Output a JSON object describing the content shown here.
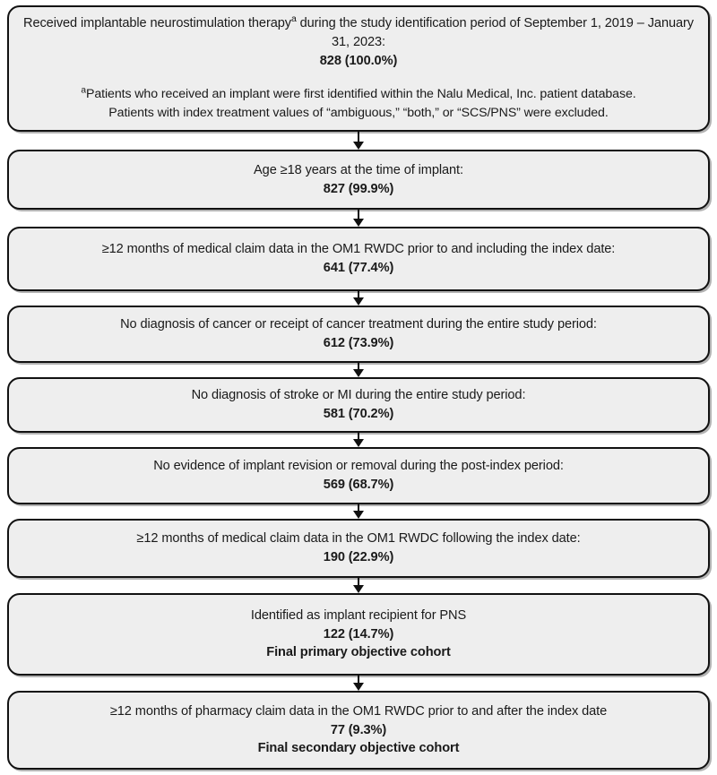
{
  "figure": {
    "type": "flowchart",
    "orientation": "vertical",
    "title": "Patient attrition flow diagram",
    "colors": {
      "node_fill": "#eeeeee",
      "node_border": "#111111",
      "text": "#1a1a1a",
      "background": "#ffffff"
    }
  },
  "nodes": [
    {
      "id": "node-1",
      "line1": "Received implantable neurostimulation therapy",
      "superscript1": "a",
      "line1_rest": " during the study identification period of September 1, 2019 – January 31, 2023:",
      "count": "828 (100.0%)",
      "footnote_marker": "a",
      "footnote_line1": "Patients who received an implant were first identified within the Nalu Medical, Inc. patient database.",
      "footnote_line2": "Patients with index treatment values of “ambiguous,” “both,” or “SCS/PNS” were excluded."
    },
    {
      "id": "node-2",
      "criterion": "Age ≥18 years at the time of implant:",
      "count": "827 (99.9%)"
    },
    {
      "id": "node-3",
      "criterion": "≥12 months of medical claim data in the OM1 RWDC prior to and including the index date:",
      "count": "641 (77.4%)"
    },
    {
      "id": "node-4",
      "criterion": "No diagnosis of cancer or receipt of cancer treatment during the entire study period:",
      "count": "612 (73.9%)"
    },
    {
      "id": "node-5",
      "criterion": "No diagnosis of stroke or MI during the entire study period:",
      "count": "581 (70.2%)"
    },
    {
      "id": "node-6",
      "criterion": "No evidence of implant revision or removal during the post-index period:",
      "count": "569 (68.7%)"
    },
    {
      "id": "node-7",
      "criterion": "≥12 months of medical claim data in the OM1 RWDC following the index date:",
      "count": "190 (22.9%)"
    },
    {
      "id": "node-8",
      "criterion": "Identified as implant recipient for PNS",
      "count": "122 (14.7%)",
      "label": "Final primary objective cohort"
    },
    {
      "id": "node-9",
      "criterion": "≥12 months of pharmacy claim data in the OM1 RWDC prior to and after the index date",
      "count": "77 (9.3%)",
      "label": "Final secondary objective cohort"
    }
  ]
}
